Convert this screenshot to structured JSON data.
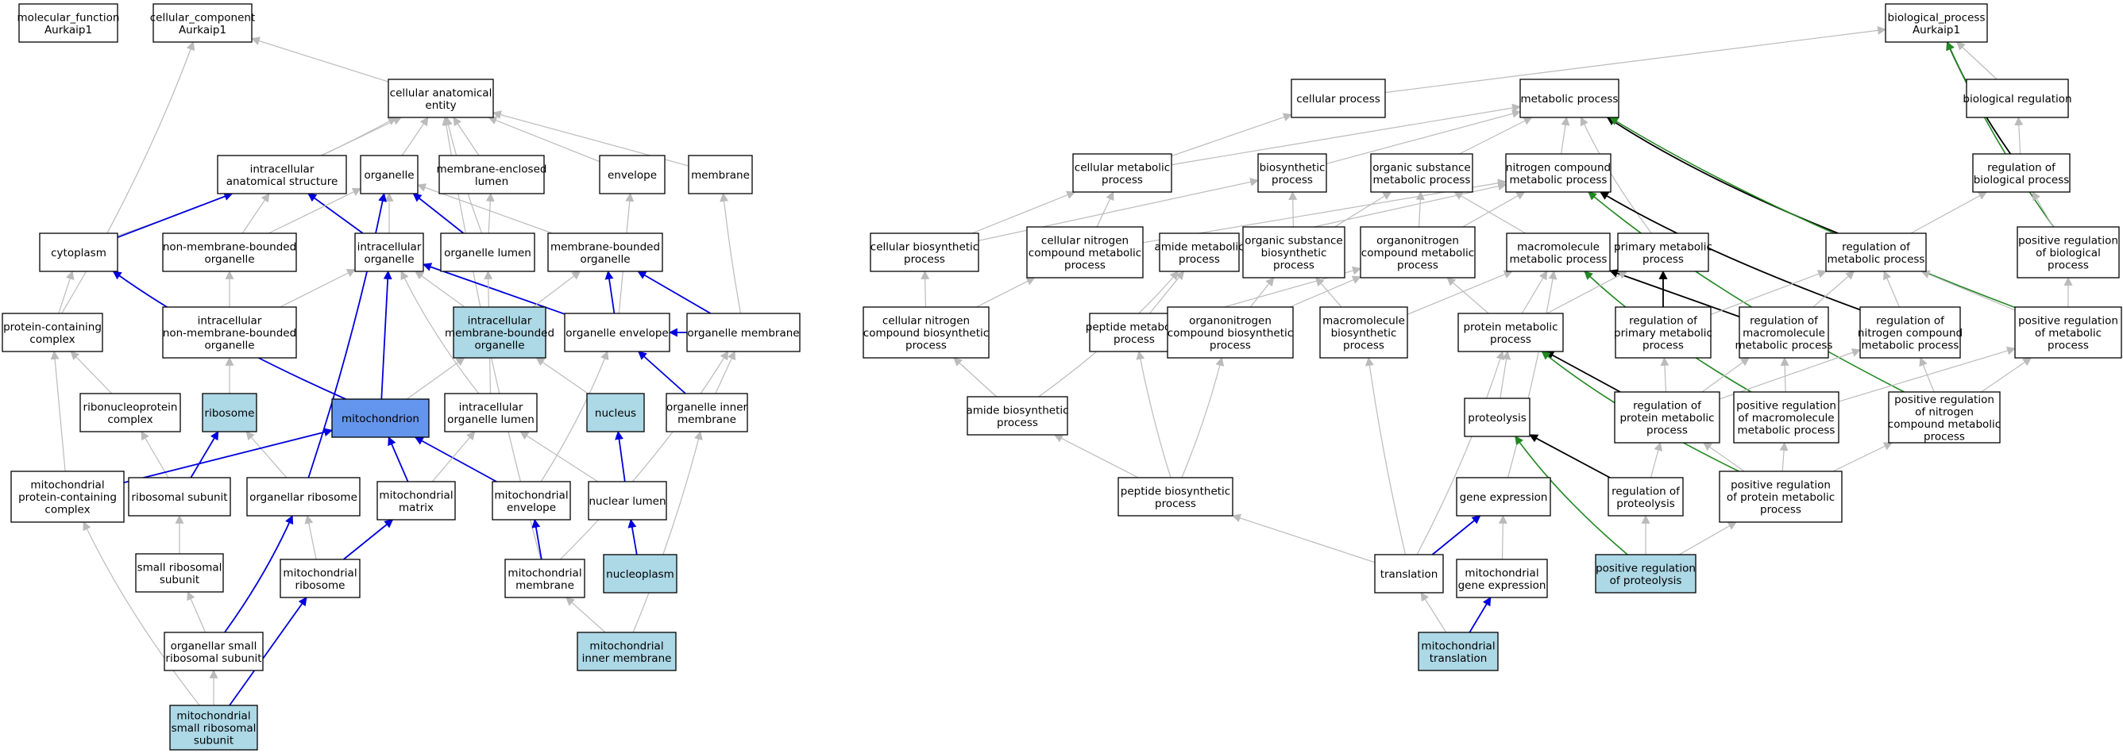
{
  "colors": {
    "background": "#ffffff",
    "node_fill": "#ffffff",
    "node_stroke": "#000000",
    "highlight_fill": "#add8e6",
    "focus_fill": "#6495ed",
    "edge_is_a": "#bbbbbb",
    "edge_part_of": "#0000dd",
    "edge_regulates": "#000000",
    "edge_positively_regulates": "#228822"
  },
  "nodes": [
    {
      "id": "mf",
      "label": "molecular_function\nAurkaip1"
    },
    {
      "id": "cc",
      "label": "cellular_component\nAurkaip1"
    },
    {
      "id": "cae",
      "label": "cellular anatomical\nentity"
    },
    {
      "id": "ias",
      "label": "intracellular\nanatomical structure"
    },
    {
      "id": "org",
      "label": "organelle"
    },
    {
      "id": "mel",
      "label": "membrane-enclosed\nlumen"
    },
    {
      "id": "env",
      "label": "envelope"
    },
    {
      "id": "mem",
      "label": "membrane"
    },
    {
      "id": "cyt",
      "label": "cytoplasm"
    },
    {
      "id": "nmbo",
      "label": "non-membrane-bounded\norganelle"
    },
    {
      "id": "io",
      "label": "intracellular\norganelle"
    },
    {
      "id": "ol",
      "label": "organelle lumen"
    },
    {
      "id": "mbo",
      "label": "membrane-bounded\norganelle"
    },
    {
      "id": "pcc",
      "label": "protein-containing\ncomplex"
    },
    {
      "id": "inmbo",
      "label": "intracellular\nnon-membrane-bounded\norganelle"
    },
    {
      "id": "imbo",
      "label": "intracellular\nmembrane-bounded\norganelle",
      "style": "highlight"
    },
    {
      "id": "oe",
      "label": "organelle envelope"
    },
    {
      "id": "om",
      "label": "organelle membrane"
    },
    {
      "id": "rnp",
      "label": "ribonucleoprotein\ncomplex"
    },
    {
      "id": "rib",
      "label": "ribosome",
      "style": "highlight"
    },
    {
      "id": "mito",
      "label": "mitochondrion",
      "style": "focus"
    },
    {
      "id": "iol",
      "label": "intracellular\norganelle lumen"
    },
    {
      "id": "nuc",
      "label": "nucleus",
      "style": "highlight"
    },
    {
      "id": "oim",
      "label": "organelle inner\nmembrane"
    },
    {
      "id": "mpcc",
      "label": "mitochondrial\nprotein-containing\ncomplex"
    },
    {
      "id": "rsu",
      "label": "ribosomal subunit"
    },
    {
      "id": "orib",
      "label": "organellar ribosome"
    },
    {
      "id": "mmat",
      "label": "mitochondrial\nmatrix"
    },
    {
      "id": "menv",
      "label": "mitochondrial\nenvelope"
    },
    {
      "id": "nl",
      "label": "nuclear lumen"
    },
    {
      "id": "srs",
      "label": "small ribosomal\nsubunit"
    },
    {
      "id": "mrib",
      "label": "mitochondrial\nribosome"
    },
    {
      "id": "mmem",
      "label": "mitochondrial\nmembrane"
    },
    {
      "id": "np",
      "label": "nucleoplasm",
      "style": "highlight"
    },
    {
      "id": "osrs",
      "label": "organellar small\nribosomal subunit"
    },
    {
      "id": "mim",
      "label": "mitochondrial\ninner membrane",
      "style": "highlight"
    },
    {
      "id": "msrs",
      "label": "mitochondrial\nsmall ribosomal\nsubunit",
      "style": "highlight"
    },
    {
      "id": "bp",
      "label": "biological_process\nAurkaip1"
    },
    {
      "id": "cp",
      "label": "cellular process"
    },
    {
      "id": "mp",
      "label": "metabolic process"
    },
    {
      "id": "breg",
      "label": "biological regulation"
    },
    {
      "id": "cmp",
      "label": "cellular metabolic\nprocess"
    },
    {
      "id": "bsp",
      "label": "biosynthetic\nprocess"
    },
    {
      "id": "osmp",
      "label": "organic substance\nmetabolic process"
    },
    {
      "id": "ncmp",
      "label": "nitrogen compound\nmetabolic process"
    },
    {
      "id": "rbp",
      "label": "regulation of\nbiological process"
    },
    {
      "id": "cbp",
      "label": "cellular biosynthetic\nprocess"
    },
    {
      "id": "cncmp",
      "label": "cellular nitrogen\ncompound metabolic\nprocess"
    },
    {
      "id": "amp",
      "label": "amide metabolic\nprocess"
    },
    {
      "id": "osbp",
      "label": "organic substance\nbiosynthetic\nprocess"
    },
    {
      "id": "oncmp",
      "label": "organonitrogen\ncompound metabolic\nprocess"
    },
    {
      "id": "mmp",
      "label": "macromolecule\nmetabolic process"
    },
    {
      "id": "pmp",
      "label": "primary metabolic\nprocess"
    },
    {
      "id": "rmp",
      "label": "regulation of\nmetabolic process"
    },
    {
      "id": "prbp",
      "label": "positive regulation\nof biological\nprocess"
    },
    {
      "id": "cncbp",
      "label": "cellular nitrogen\ncompound biosynthetic\nprocess"
    },
    {
      "id": "pepmp",
      "label": "peptide metabolic\nprocess"
    },
    {
      "id": "oncbp",
      "label": "organonitrogen\ncompound biosynthetic\nprocess"
    },
    {
      "id": "mbp",
      "label": "macromolecule\nbiosynthetic\nprocess"
    },
    {
      "id": "protmp",
      "label": "protein metabolic\nprocess"
    },
    {
      "id": "rprimp",
      "label": "regulation of\nprimary metabolic\nprocess"
    },
    {
      "id": "rmmp",
      "label": "regulation of\nmacromolecule\nmetabolic process"
    },
    {
      "id": "rncmp",
      "label": "regulation of\nnitrogen compound\nmetabolic process"
    },
    {
      "id": "prmp",
      "label": "positive regulation\nof metabolic\nprocess"
    },
    {
      "id": "abp",
      "label": "amide biosynthetic\nprocess"
    },
    {
      "id": "proteo",
      "label": "proteolysis"
    },
    {
      "id": "rpmp",
      "label": "regulation of\nprotein metabolic\nprocess"
    },
    {
      "id": "prmmp",
      "label": "positive regulation\nof macromolecule\nmetabolic process"
    },
    {
      "id": "prncmp",
      "label": "positive regulation\nof nitrogen\ncompound metabolic\nprocess"
    },
    {
      "id": "pepbp",
      "label": "peptide biosynthetic\nprocess"
    },
    {
      "id": "gexp",
      "label": "gene expression"
    },
    {
      "id": "rproteo",
      "label": "regulation of\nproteolysis"
    },
    {
      "id": "prpmp",
      "label": "positive regulation\nof protein metabolic\nprocess"
    },
    {
      "id": "transl",
      "label": "translation"
    },
    {
      "id": "mgexp",
      "label": "mitochondrial\ngene expression"
    },
    {
      "id": "prproteo",
      "label": "positive regulation\nof proteolysis",
      "style": "highlight"
    },
    {
      "id": "mtransl",
      "label": "mitochondrial\ntranslation",
      "style": "highlight"
    }
  ],
  "edges": [
    [
      "cc",
      "pcc",
      "is_a"
    ],
    [
      "cc",
      "cae",
      "is_a"
    ],
    [
      "cae",
      "ias",
      "is_a"
    ],
    [
      "cae",
      "org",
      "is_a"
    ],
    [
      "cae",
      "mel",
      "is_a"
    ],
    [
      "cae",
      "env",
      "is_a"
    ],
    [
      "cae",
      "mem",
      "is_a"
    ],
    [
      "cae",
      "cyt",
      "is_a"
    ],
    [
      "cae",
      "mmem",
      "is_a"
    ],
    [
      "cae",
      "ol",
      "is_a"
    ],
    [
      "ias",
      "cyt",
      "part_of"
    ],
    [
      "ias",
      "io",
      "part_of"
    ],
    [
      "ias",
      "nmbo",
      "is_a"
    ],
    [
      "org",
      "io",
      "is_a"
    ],
    [
      "org",
      "nmbo",
      "is_a"
    ],
    [
      "org",
      "mbo",
      "is_a"
    ],
    [
      "org",
      "ol",
      "part_of"
    ],
    [
      "org",
      "orib",
      "part_of"
    ],
    [
      "mel",
      "ol",
      "is_a"
    ],
    [
      "env",
      "oe",
      "is_a"
    ],
    [
      "mem",
      "om",
      "is_a"
    ],
    [
      "cyt",
      "mito",
      "part_of"
    ],
    [
      "cyt",
      "pcc",
      "is_a"
    ],
    [
      "nmbo",
      "inmbo",
      "is_a"
    ],
    [
      "io",
      "inmbo",
      "is_a"
    ],
    [
      "io",
      "imbo",
      "is_a"
    ],
    [
      "io",
      "oe",
      "part_of"
    ],
    [
      "io",
      "iol",
      "is_a"
    ],
    [
      "io",
      "mito",
      "part_of"
    ],
    [
      "ol",
      "iol",
      "is_a"
    ],
    [
      "mbo",
      "imbo",
      "is_a"
    ],
    [
      "mbo",
      "oe",
      "part_of"
    ],
    [
      "mbo",
      "om",
      "part_of"
    ],
    [
      "pcc",
      "rnp",
      "is_a"
    ],
    [
      "pcc",
      "mpcc",
      "is_a"
    ],
    [
      "inmbo",
      "rib",
      "is_a"
    ],
    [
      "imbo",
      "mito",
      "is_a"
    ],
    [
      "imbo",
      "nuc",
      "is_a"
    ],
    [
      "oe",
      "menv",
      "is_a"
    ],
    [
      "oe",
      "om",
      "part_of"
    ],
    [
      "oe",
      "oim",
      "part_of"
    ],
    [
      "om",
      "oim",
      "is_a"
    ],
    [
      "om",
      "mmem",
      "is_a"
    ],
    [
      "rnp",
      "rsu",
      "is_a"
    ],
    [
      "rib",
      "rsu",
      "part_of"
    ],
    [
      "rib",
      "orib",
      "is_a"
    ],
    [
      "mito",
      "mpcc",
      "part_of"
    ],
    [
      "mito",
      "mmat",
      "part_of"
    ],
    [
      "mito",
      "menv",
      "part_of"
    ],
    [
      "iol",
      "mmat",
      "is_a"
    ],
    [
      "iol",
      "nl",
      "is_a"
    ],
    [
      "nuc",
      "nl",
      "part_of"
    ],
    [
      "oim",
      "mim",
      "is_a"
    ],
    [
      "mpcc",
      "msrs",
      "is_a"
    ],
    [
      "rsu",
      "srs",
      "is_a"
    ],
    [
      "orib",
      "mrib",
      "is_a"
    ],
    [
      "orib",
      "osrs",
      "part_of"
    ],
    [
      "mmat",
      "mrib",
      "part_of"
    ],
    [
      "menv",
      "mmem",
      "part_of"
    ],
    [
      "nl",
      "np",
      "part_of"
    ],
    [
      "srs",
      "osrs",
      "is_a"
    ],
    [
      "mrib",
      "msrs",
      "part_of"
    ],
    [
      "mmem",
      "mim",
      "is_a"
    ],
    [
      "osrs",
      "msrs",
      "is_a"
    ],
    [
      "bp",
      "cp",
      "is_a"
    ],
    [
      "bp",
      "breg",
      "is_a"
    ],
    [
      "bp",
      "rbp",
      "regulates"
    ],
    [
      "bp",
      "prbp",
      "positively_regulates"
    ],
    [
      "cp",
      "cmp",
      "is_a"
    ],
    [
      "mp",
      "cmp",
      "is_a"
    ],
    [
      "mp",
      "osmp",
      "is_a"
    ],
    [
      "mp",
      "ncmp",
      "is_a"
    ],
    [
      "mp",
      "bsp",
      "is_a"
    ],
    [
      "mp",
      "pmp",
      "is_a"
    ],
    [
      "mp",
      "rmp",
      "regulates"
    ],
    [
      "mp",
      "prmp",
      "positively_regulates"
    ],
    [
      "breg",
      "rbp",
      "is_a"
    ],
    [
      "rbp",
      "rmp",
      "is_a"
    ],
    [
      "rbp",
      "prbp",
      "is_a"
    ],
    [
      "cmp",
      "cbp",
      "is_a"
    ],
    [
      "cmp",
      "cncmp",
      "is_a"
    ],
    [
      "bsp",
      "cbp",
      "is_a"
    ],
    [
      "bsp",
      "osbp",
      "is_a"
    ],
    [
      "osmp",
      "osbp",
      "is_a"
    ],
    [
      "osmp",
      "oncmp",
      "is_a"
    ],
    [
      "osmp",
      "mmp",
      "is_a"
    ],
    [
      "ncmp",
      "cncmp",
      "is_a"
    ],
    [
      "ncmp",
      "amp",
      "is_a"
    ],
    [
      "ncmp",
      "oncmp",
      "is_a"
    ],
    [
      "ncmp",
      "rncmp",
      "regulates"
    ],
    [
      "ncmp",
      "prncmp",
      "positively_regulates"
    ],
    [
      "cbp",
      "cncbp",
      "is_a"
    ],
    [
      "cncmp",
      "cncbp",
      "is_a"
    ],
    [
      "amp",
      "pepmp",
      "is_a"
    ],
    [
      "amp",
      "abp",
      "is_a"
    ],
    [
      "osbp",
      "oncbp",
      "is_a"
    ],
    [
      "osbp",
      "mbp",
      "is_a"
    ],
    [
      "oncmp",
      "pepmp",
      "is_a"
    ],
    [
      "oncmp",
      "oncbp",
      "is_a"
    ],
    [
      "oncmp",
      "protmp",
      "is_a"
    ],
    [
      "mmp",
      "mbp",
      "is_a"
    ],
    [
      "mmp",
      "protmp",
      "is_a"
    ],
    [
      "mmp",
      "gexp",
      "is_a"
    ],
    [
      "mmp",
      "rmmp",
      "regulates"
    ],
    [
      "mmp",
      "prmmp",
      "positively_regulates"
    ],
    [
      "pmp",
      "protmp",
      "is_a"
    ],
    [
      "pmp",
      "rprimp",
      "regulates"
    ],
    [
      "rmp",
      "rprimp",
      "is_a"
    ],
    [
      "rmp",
      "rmmp",
      "is_a"
    ],
    [
      "rmp",
      "rncmp",
      "is_a"
    ],
    [
      "rmp",
      "prmp",
      "is_a"
    ],
    [
      "prbp",
      "prmp",
      "is_a"
    ],
    [
      "cncbp",
      "abp",
      "is_a"
    ],
    [
      "pepmp",
      "pepbp",
      "is_a"
    ],
    [
      "oncbp",
      "pepbp",
      "is_a"
    ],
    [
      "mbp",
      "transl",
      "is_a"
    ],
    [
      "protmp",
      "proteo",
      "is_a"
    ],
    [
      "protmp",
      "transl",
      "is_a"
    ],
    [
      "protmp",
      "rpmp",
      "regulates"
    ],
    [
      "protmp",
      "prpmp",
      "positively_regulates"
    ],
    [
      "rprimp",
      "rpmp",
      "is_a"
    ],
    [
      "rmmp",
      "rpmp",
      "is_a"
    ],
    [
      "rmmp",
      "prmmp",
      "is_a"
    ],
    [
      "rncmp",
      "rpmp",
      "is_a"
    ],
    [
      "rncmp",
      "prncmp",
      "is_a"
    ],
    [
      "prmp",
      "prmmp",
      "is_a"
    ],
    [
      "prmp",
      "prncmp",
      "is_a"
    ],
    [
      "abp",
      "pepbp",
      "is_a"
    ],
    [
      "proteo",
      "rproteo",
      "regulates"
    ],
    [
      "proteo",
      "prproteo",
      "positively_regulates"
    ],
    [
      "rpmp",
      "rproteo",
      "is_a"
    ],
    [
      "rpmp",
      "prpmp",
      "is_a"
    ],
    [
      "prmmp",
      "prpmp",
      "is_a"
    ],
    [
      "prncmp",
      "prpmp",
      "is_a"
    ],
    [
      "pepbp",
      "transl",
      "is_a"
    ],
    [
      "gexp",
      "transl",
      "part_of"
    ],
    [
      "gexp",
      "mgexp",
      "is_a"
    ],
    [
      "rproteo",
      "prproteo",
      "is_a"
    ],
    [
      "prpmp",
      "prproteo",
      "is_a"
    ],
    [
      "transl",
      "mtransl",
      "is_a"
    ],
    [
      "mgexp",
      "mtransl",
      "part_of"
    ]
  ]
}
